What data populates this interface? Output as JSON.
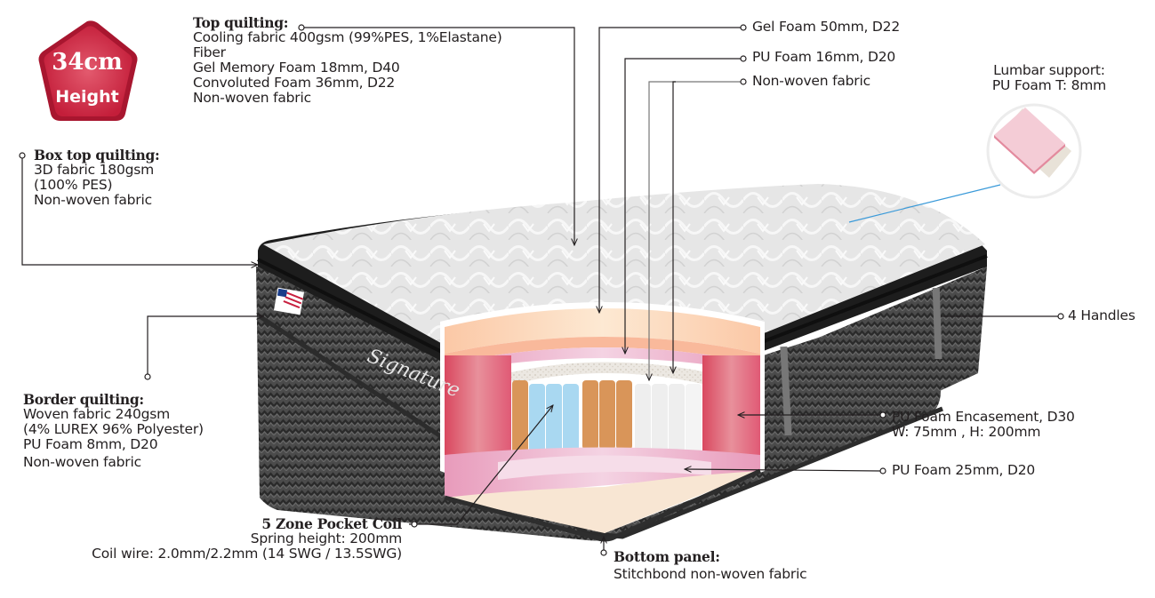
{
  "badge": {
    "value": "34cm",
    "label": "Height",
    "color": "#c8203f"
  },
  "callouts": {
    "top_quilting": {
      "title": "Top quilting:",
      "lines": [
        "Cooling fabric 400gsm (99%PES, 1%Elastane)",
        "Fiber",
        "Gel Memory Foam 18mm, D40",
        "Convoluted Foam 36mm, D22",
        "Non-woven fabric"
      ]
    },
    "box_top_quilting": {
      "title": "Box top quilting:",
      "lines": [
        "3D fabric 180gsm",
        "(100% PES)",
        "Non-woven fabric"
      ]
    },
    "border_quilting": {
      "title": "Border quilting:",
      "lines": [
        "Woven fabric 240gsm",
        "(4% LUREX 96% Polyester)",
        "PU Foam 8mm, D20",
        "Non-woven fabric"
      ]
    },
    "gel_foam": {
      "text": "Gel Foam 50mm, D22"
    },
    "pu_foam_16": {
      "text": "PU Foam 16mm, D20"
    },
    "non_woven": {
      "text": "Non-woven fabric"
    },
    "lumbar": {
      "lines": [
        "Lumbar support:",
        "PU Foam T: 8mm"
      ]
    },
    "handles": {
      "text": "4 Handles"
    },
    "encasement": {
      "lines": [
        "PU Foam Encasement, D30",
        "W: 75mm , H: 200mm"
      ]
    },
    "pu_foam_25": {
      "text": "PU Foam 25mm, D20"
    },
    "pocket_coil": {
      "title": "5 Zone Pocket Coil",
      "lines": [
        "Spring height: 200mm",
        "Coil wire: 2.0mm/2.2mm (14 SWG / 13.5SWG)"
      ]
    },
    "bottom_panel": {
      "title": "Bottom panel:",
      "lines": [
        "Stitchbond non-woven fabric"
      ]
    }
  },
  "brand_script": "Signature",
  "colors": {
    "leader_line": "#231f20",
    "lumbar_line": "#3a9ad9",
    "top_fabric": "#e8e8e8",
    "border_fabric": "#4a4a4a",
    "gel_foam": "#fdd9bf",
    "pu_foam": "#e9a6c4",
    "encasement": "#e36b82",
    "coil_blue": "#a9d8f1",
    "coil_orange": "#d99559",
    "coil_white": "#eeeeee",
    "bottom": "#f8e6d3"
  }
}
